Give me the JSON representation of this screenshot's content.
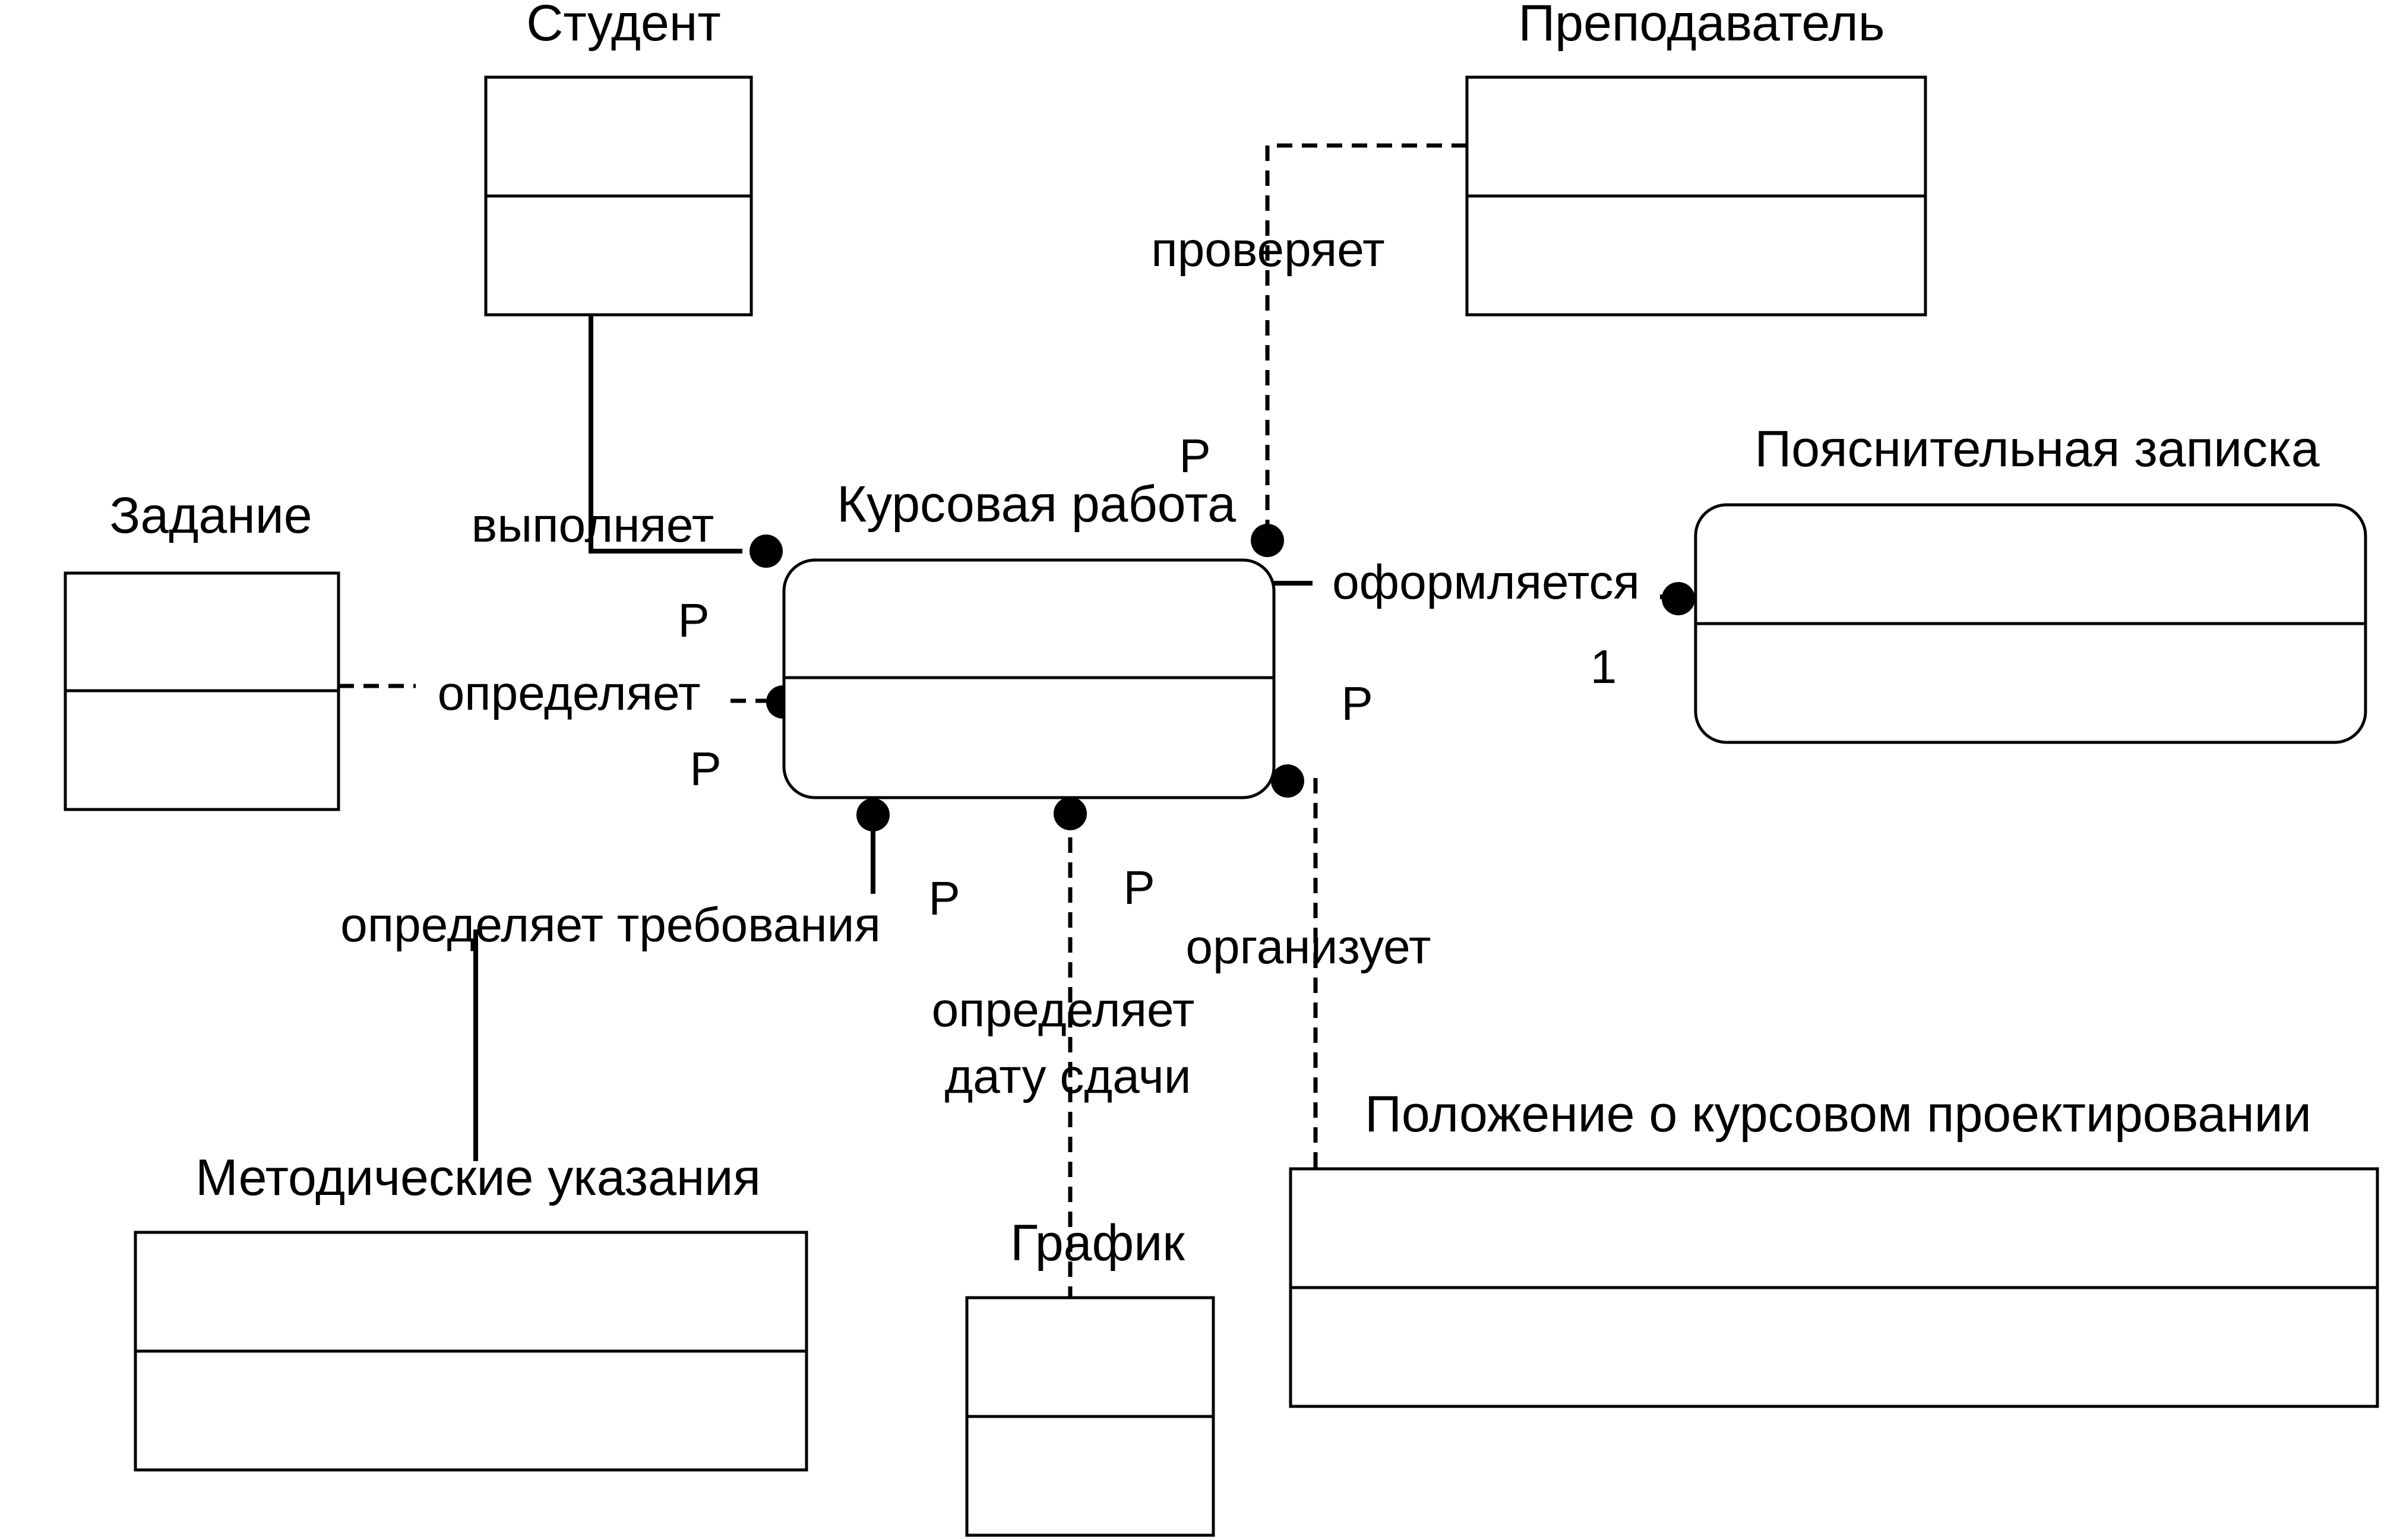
{
  "entities": {
    "student": "Студент",
    "teacher": "Преподаватель",
    "assignment": "Задание",
    "coursework": "Курсовая работа",
    "note": "Пояснительная записка",
    "guidelines": "Методические указания",
    "schedule": "График",
    "regulation": "Положение о курсовом проектировании"
  },
  "relationships": {
    "performs": "выполняет",
    "checks": "проверяет",
    "defines": "определяет",
    "formatted": "оформляется",
    "defines_requirements": "определяет требования",
    "defines_date_line1": "определяет",
    "defines_date_line2": "дату сдачи",
    "organizes": "организует"
  },
  "cardinalities": {
    "p_checks": "P",
    "p_performs": "P",
    "p_defines": "P",
    "p_formatted": "P",
    "one_formatted": "1",
    "p_requirements": "P",
    "p_date": "P"
  }
}
